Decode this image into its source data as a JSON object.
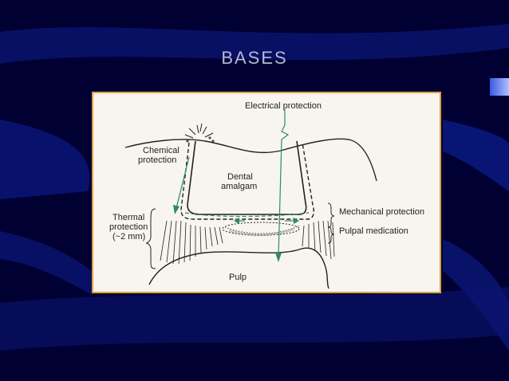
{
  "slide": {
    "title": "BASES"
  },
  "diagram": {
    "labels": {
      "electrical": "Electrical protection",
      "chemical_1": "Chemical",
      "chemical_2": "protection",
      "dental_1": "Dental",
      "dental_2": "amalgam",
      "thermal_1": "Thermal",
      "thermal_2": "protection",
      "thermal_3": "(~2 mm)",
      "mechanical": "Mechanical protection",
      "pulpal": "Pulpal medication",
      "pulp": "Pulp"
    },
    "colors": {
      "frame_border": "#e0a040",
      "figure_bg": "#f7f5ee",
      "arrow_green": "#2a8a6a",
      "line": "#222222"
    }
  },
  "theme": {
    "background": "#000033",
    "swoosh": "#0a1a80",
    "title_color": "#b8b8d4"
  }
}
